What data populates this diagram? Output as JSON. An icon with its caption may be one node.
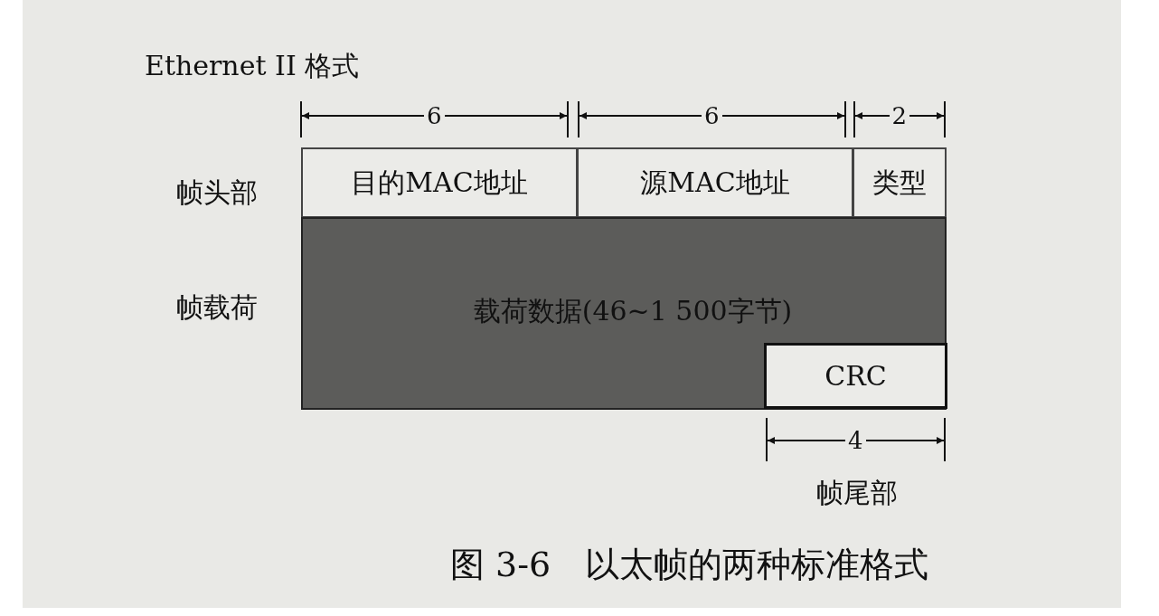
{
  "diagram": {
    "title": "Ethernet II 格式",
    "caption": "图 3-6　以太帧的两种标准格式",
    "nodes": [
      {
        "text": [
          "目的MAC地址"
        ]
      },
      {
        "text": [
          "源MAC地址"
        ]
      },
      {
        "text": [
          "类型"
        ]
      },
      {
        "text": [
          "载荷数据(46~1 500字节)"
        ]
      },
      {
        "text": [
          "CRC"
        ],
        "in": 3
      }
    ],
    "edges": [],
    "labels": [
      "6",
      "6",
      "2",
      "帧头部",
      "帧载荷",
      "4",
      "帧尾部"
    ]
  }
}
